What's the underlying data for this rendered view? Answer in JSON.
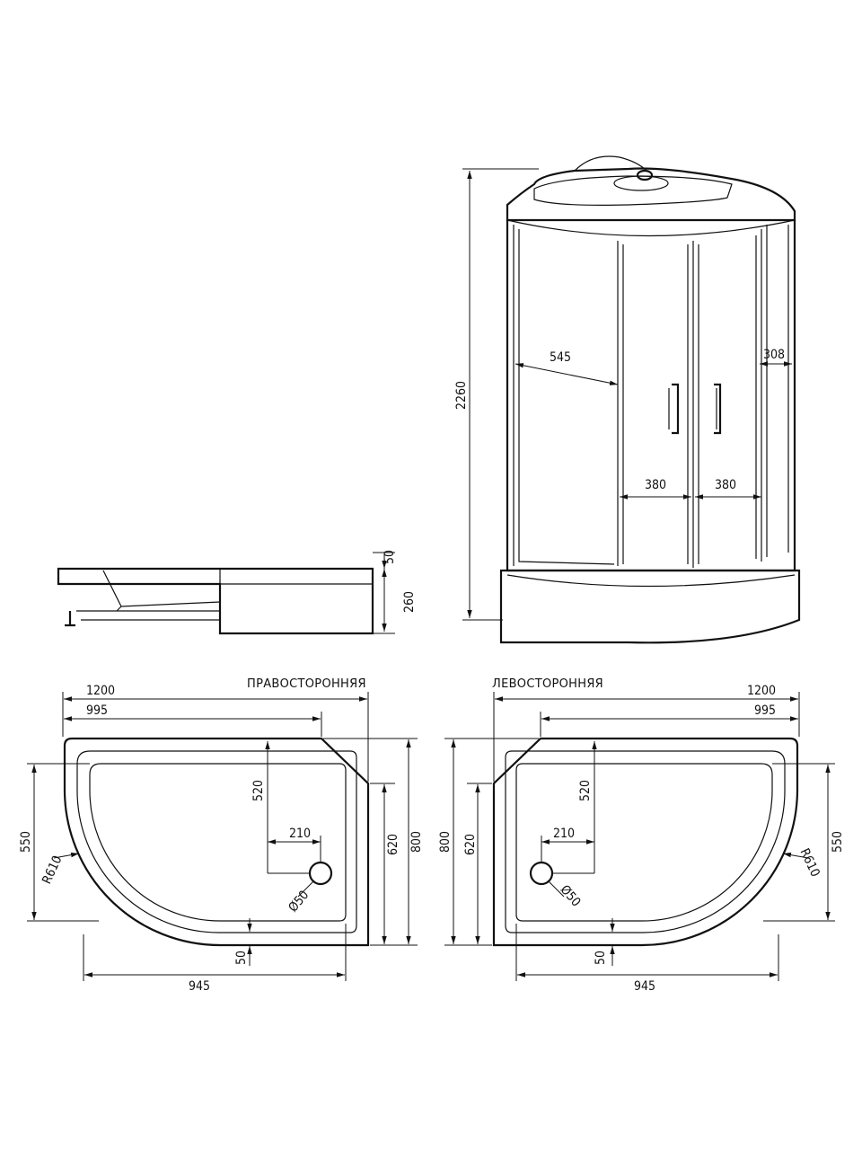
{
  "cabin": {
    "height": "2260",
    "side_width": "545",
    "side_panel": "308",
    "door_left": "380",
    "door_right": "380"
  },
  "profile": {
    "rim": "50",
    "tray_height": "260"
  },
  "plans": [
    {
      "title": "ПРАВОСТОРОННЯЯ",
      "length": "1200",
      "flat_length": "995",
      "drain_y": "520",
      "drain_x": "210",
      "depth_short": "550",
      "radius": "R610",
      "drain_diameter": "Ø50",
      "side": "620",
      "depth": "800",
      "rim": "50",
      "inner_length": "945"
    },
    {
      "title": "ЛЕВОСТОРОННЯЯ",
      "length": "1200",
      "flat_length": "995",
      "drain_y": "520",
      "drain_x": "210",
      "depth_short": "550",
      "radius": "R610",
      "drain_diameter": "Ø50",
      "side": "620",
      "depth": "800",
      "rim": "50",
      "inner_length": "945"
    }
  ]
}
